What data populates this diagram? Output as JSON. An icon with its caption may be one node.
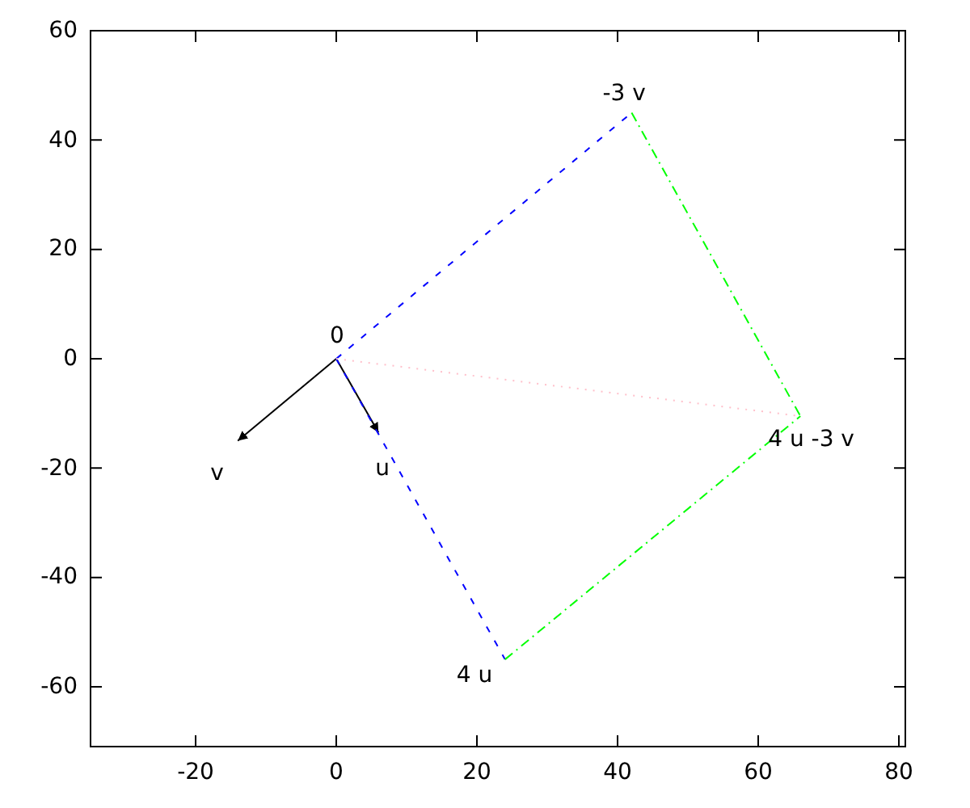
{
  "diagram": {
    "nodes": [
      {
        "text": [
          "0"
        ]
      },
      {
        "text": [
          "u"
        ]
      },
      {
        "text": [
          "v"
        ]
      },
      {
        "text": [
          "4 u"
        ]
      },
      {
        "text": [
          "-3 v"
        ]
      },
      {
        "text": [
          "4 u -3 v"
        ]
      }
    ],
    "edges": [
      {
        "from": 0,
        "to": 1,
        "arrow": "to"
      },
      {
        "from": 0,
        "to": 2,
        "arrow": "to"
      },
      {
        "from": 0,
        "to": 3,
        "arrow": "none",
        "style": "dashed",
        "color": "#0000ff"
      },
      {
        "from": 0,
        "to": 4,
        "arrow": "none",
        "style": "dashed",
        "color": "#0000ff"
      },
      {
        "from": 4,
        "to": 5,
        "arrow": "none",
        "style": "dashed",
        "color": "#00ff00"
      },
      {
        "from": 3,
        "to": 5,
        "arrow": "none",
        "style": "dashed",
        "color": "#00ff00"
      },
      {
        "from": 0,
        "to": 5,
        "arrow": "none",
        "style": "dashed",
        "color": "#ffc0cb"
      }
    ],
    "labels": [
      "60",
      "40",
      "20",
      "0",
      "-20",
      "-40",
      "-60",
      "-20",
      "0",
      "20",
      "40",
      "60",
      "80"
    ]
  }
}
